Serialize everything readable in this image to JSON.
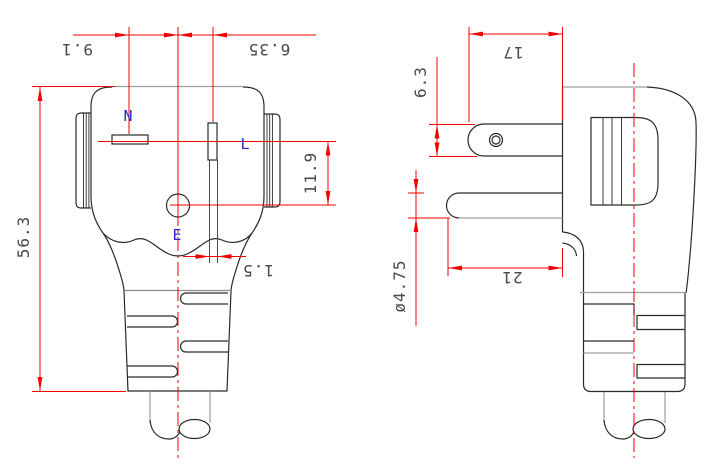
{
  "drawing": {
    "type": "plug-technical-drawing",
    "front_view": {
      "terminals": {
        "neutral": "N",
        "live": "L",
        "earth": "E"
      },
      "dimensions": {
        "neutral_offset": "9.1",
        "live_offset": "6.35",
        "overall_height": "56.3",
        "terminal_drop": "11.9",
        "slot_width": "1.5"
      }
    },
    "side_view": {
      "dimensions": {
        "blade_length": "17",
        "blade_width": "6.3",
        "pin_diameter": "ø4.75",
        "pin_length": "21"
      }
    },
    "colors": {
      "dimension_lines": "#f40000",
      "outline": "#2a2a2a",
      "secondary_outline": "#9e9e9e",
      "terminal_text": "#2a2ac8",
      "dimension_text": "#4a4a4a",
      "background": "#ffffff"
    }
  }
}
